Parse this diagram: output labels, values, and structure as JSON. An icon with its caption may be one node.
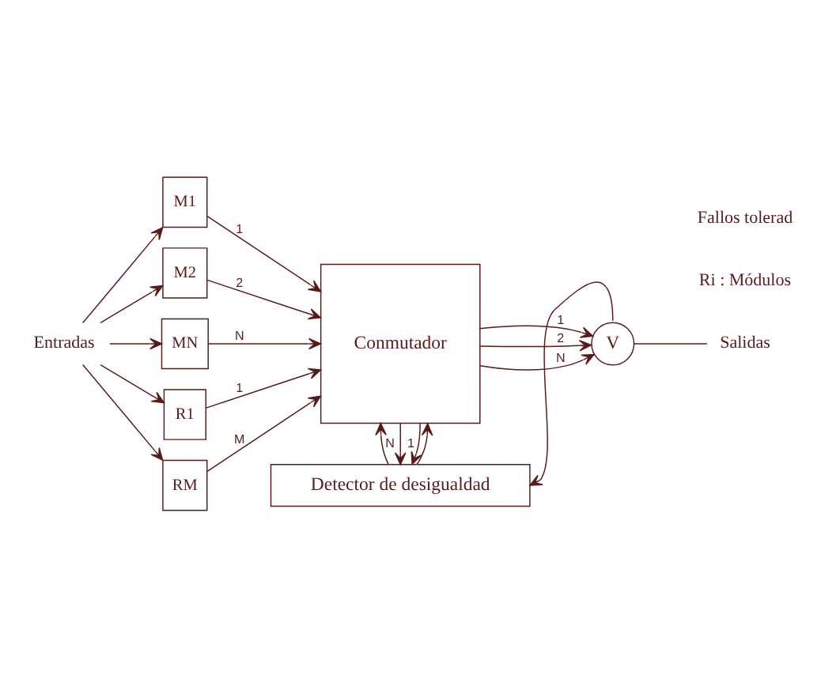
{
  "diagram": {
    "nodes": [
      {
        "text": [
          "Detector de desigualdad"
        ]
      },
      {
        "text": [
          "M1"
        ]
      },
      {
        "text": [
          "M2"
        ]
      },
      {
        "text": [
          "MN"
        ]
      },
      {
        "text": [
          "R1"
        ]
      },
      {
        "text": [
          "RM"
        ]
      },
      {
        "text": [
          "Conmutador"
        ]
      },
      {
        "text": [
          "V"
        ]
      },
      {
        "text": [
          "Entradas"
        ]
      },
      {
        "text": [
          "Salidas"
        ]
      }
    ],
    "edges": [
      {
        "from": 8,
        "to": 1,
        "arrow": "to"
      },
      {
        "from": 8,
        "to": 2,
        "arrow": "to"
      },
      {
        "from": 8,
        "to": 3,
        "arrow": "to"
      },
      {
        "from": 8,
        "to": 4,
        "arrow": "to"
      },
      {
        "from": 8,
        "to": 5,
        "arrow": "to"
      },
      {
        "from": 1,
        "to": 6,
        "label": "1",
        "arrow": "to"
      },
      {
        "from": 2,
        "to": 6,
        "label": "2",
        "arrow": "to"
      },
      {
        "from": 3,
        "to": 6,
        "label": "N",
        "arrow": "to"
      },
      {
        "from": 4,
        "to": 6,
        "label": "1",
        "arrow": "to"
      },
      {
        "from": 5,
        "to": 6,
        "label": "M",
        "arrow": "to"
      },
      {
        "from": 6,
        "to": 0,
        "label": "1",
        "arrow": "to"
      },
      {
        "from": 6,
        "to": 0,
        "label": "N",
        "arrow": "to"
      },
      {
        "from": 0,
        "to": 6,
        "arrow": "to"
      },
      {
        "from": 0,
        "to": 6,
        "arrow": "to"
      },
      {
        "from": 6,
        "to": 7,
        "label": "1",
        "arrow": "to"
      },
      {
        "from": 6,
        "to": 7,
        "label": "2",
        "arrow": "to"
      },
      {
        "from": 6,
        "to": 7,
        "label": "N",
        "arrow": "to"
      },
      {
        "from": 7,
        "to": 0,
        "arrow": "to"
      },
      {
        "from": 7,
        "to": 9,
        "arrow": "none"
      }
    ],
    "labels": [
      "Ri : Módulos",
      "Fallos tolerad"
    ]
  }
}
